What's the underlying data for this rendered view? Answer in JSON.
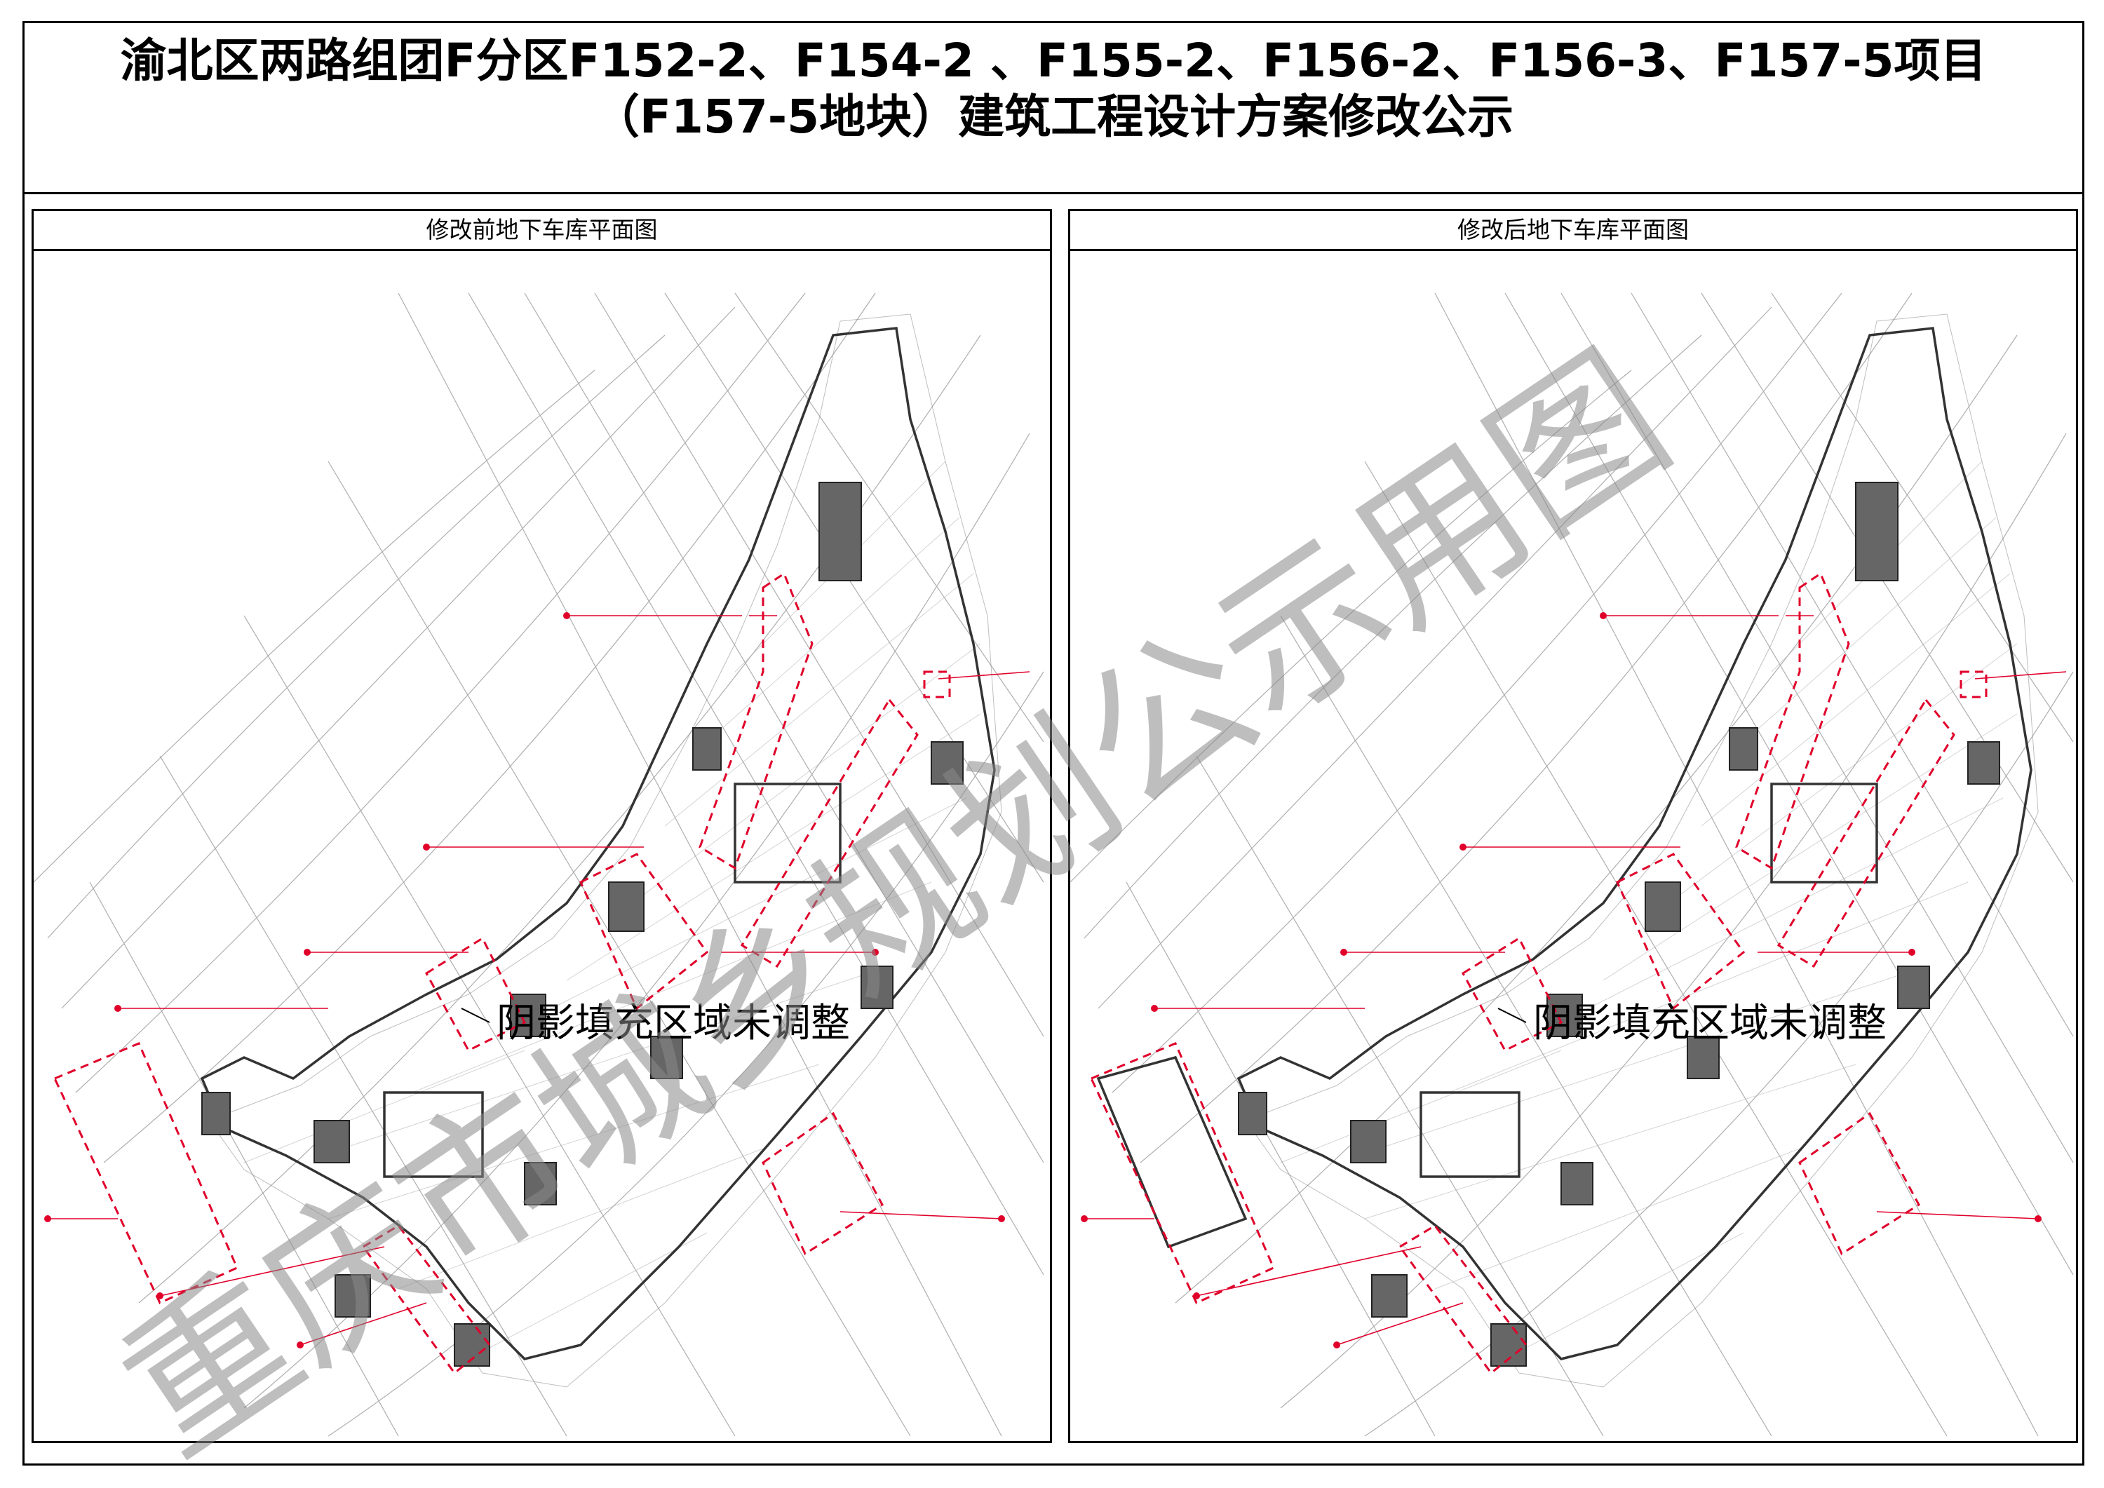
{
  "title": {
    "line1": "渝北区两路组团F分区F152-2、F154-2 、F155-2、F156-2、F156-3、F157-5项目",
    "line2": "（F157-5地块）建筑工程设计方案修改公示"
  },
  "panels": {
    "before": {
      "heading": "修改前地下车库平面图",
      "note": "阴影填充区域未调整"
    },
    "after": {
      "heading": "修改后地下车库平面图",
      "note": "阴影填充区域未调整"
    }
  },
  "watermark": {
    "text": "重庆市城乡规划公示用图"
  },
  "colors": {
    "line": "#000000",
    "plan": "#555555",
    "grid": "#9a9a9a",
    "markup": "#e0002a",
    "watermark": "#9a9a9a"
  }
}
